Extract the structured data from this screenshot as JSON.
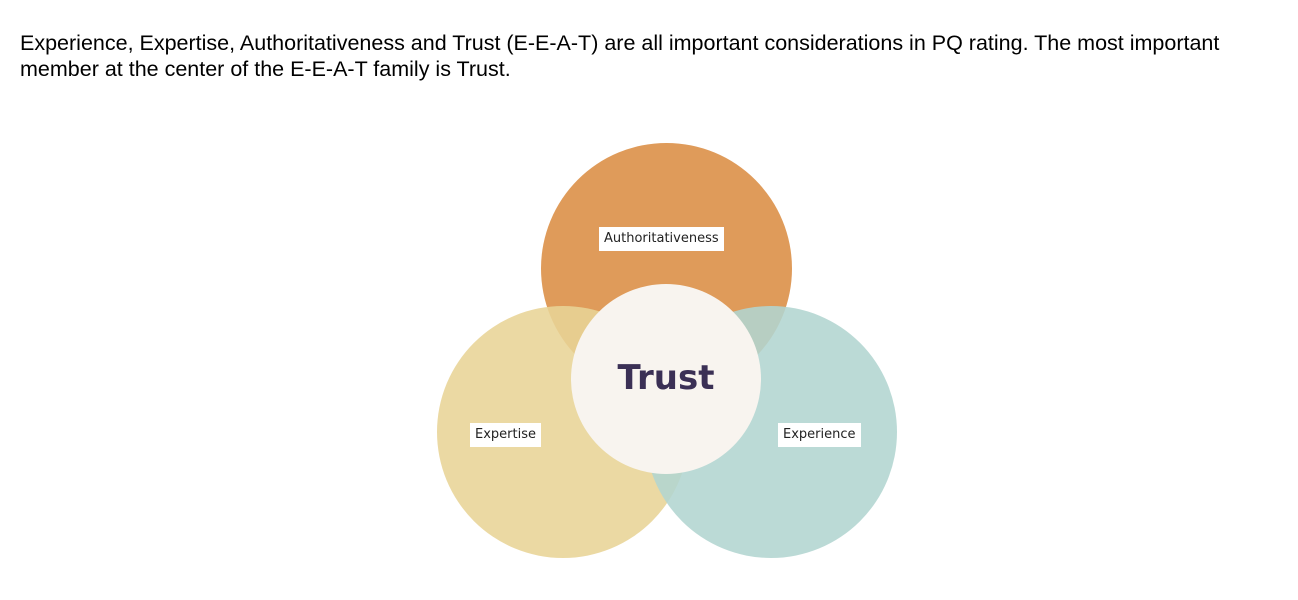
{
  "intro": {
    "text": "Experience, Expertise, Authoritativeness and Trust (E-E-A-T) are all important considerations in PQ rating.  The most important member at the center of the E-E-A-T family is Trust."
  },
  "diagram": {
    "top": {
      "label": "Authoritativeness",
      "color": "#df9b5a"
    },
    "left": {
      "label": "Expertise",
      "color": "#ead79e"
    },
    "right": {
      "label": "Experience",
      "color": "#bad9d5"
    },
    "center": {
      "label": "Trust",
      "color": "#f8f4ef",
      "text_color": "#3b3055"
    }
  }
}
